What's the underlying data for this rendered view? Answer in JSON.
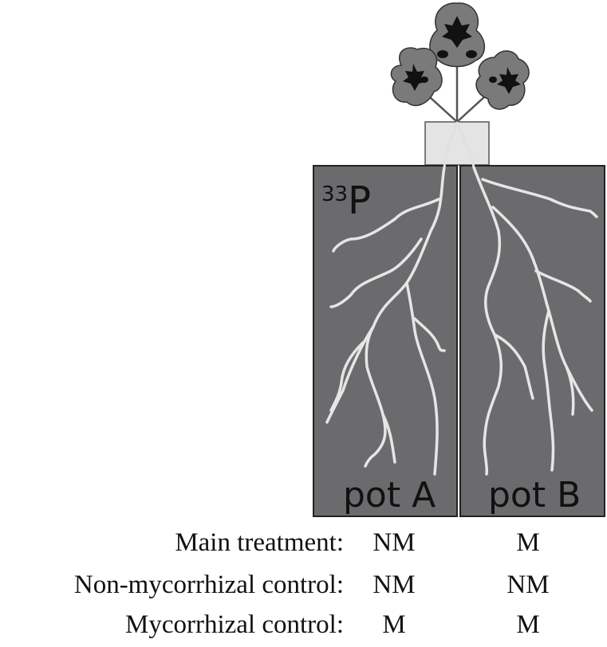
{
  "figure": {
    "isotope_mass": "33",
    "isotope_symbol": "P",
    "pot_a_label": "pot A",
    "pot_b_label": "pot B"
  },
  "table": {
    "rows": [
      {
        "label": "Main treatment:",
        "pot_a": "NM",
        "pot_b": "M"
      },
      {
        "label": "Non-mycorrhizal control:",
        "pot_a": "NM",
        "pot_b": "NM"
      },
      {
        "label": "Mycorrhizal control:",
        "pot_a": "M",
        "pot_b": "M"
      }
    ]
  },
  "colors": {
    "pot_fill": "#6b6b6d",
    "root": "#e6e6e6",
    "petal": "#7a7a7a",
    "stem_box": "#e4e4e4"
  }
}
